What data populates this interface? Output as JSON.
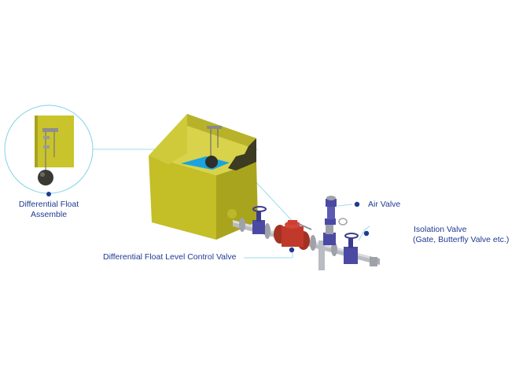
{
  "labels": {
    "float_assemble": {
      "line1": "Differential Float",
      "line2": "Assemble"
    },
    "air_valve": "Air Valve",
    "isolation_valve": {
      "line1": "Isolation Valve",
      "line2": "(Gate, Butterfly Valve etc.)"
    },
    "control_valve": "Differential Float Level Control Valve"
  },
  "colors": {
    "label_text": "#1f3a93",
    "marker": "#1f3a93",
    "leader_line": "#7fd3e8",
    "tank_yellow": "#c9c42b",
    "tank_yellow_dark": "#a8a31e",
    "water": "#1aa3e0",
    "valve_red": "#c0392b",
    "valve_purple": "#4b4aa3",
    "pipe": "#b9bcc2"
  },
  "icons": {
    "float_ball": "float-ball-icon",
    "marker": "marker-dot-icon"
  }
}
